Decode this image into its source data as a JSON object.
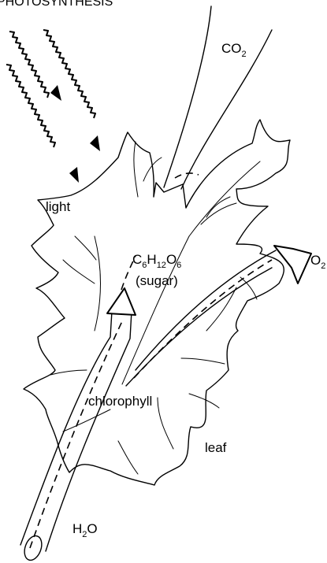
{
  "title": "PHOTOSYNTHESIS",
  "labels": {
    "light": "light",
    "co2": {
      "base": "CO",
      "sub": "2"
    },
    "o2": {
      "base": "O",
      "sub": "2"
    },
    "sugar_formula": [
      {
        "base": "C",
        "sub": "6"
      },
      {
        "base": "H",
        "sub": "12"
      },
      {
        "base": "O",
        "sub": "6"
      }
    ],
    "sugar": "(sugar)",
    "chlorophyll": "chlorophyll",
    "leaf": "leaf",
    "h2o": {
      "base": "H",
      "sub": "2",
      "tail": "O"
    }
  }
}
